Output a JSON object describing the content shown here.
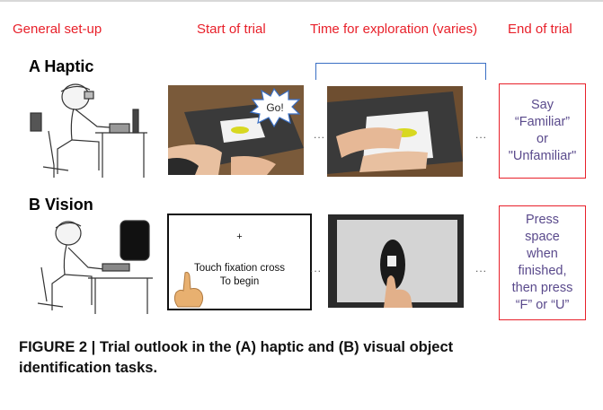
{
  "headers": {
    "general": "General set-up",
    "start": "Start of trial",
    "exploration": "Time for exploration (varies)",
    "end": "End of trial"
  },
  "rows": {
    "haptic_label": "A Haptic",
    "vision_label": "B Vision"
  },
  "haptic_photo_badge": "Go!",
  "ellipsis": "...",
  "vision_screen": {
    "cross": "+",
    "instruction": "Touch fixation cross\nTo begin"
  },
  "end_boxes": {
    "haptic": "Say\n“Familiar”\nor\n\"Unfamiliar\"",
    "vision": "Press\nspace\nwhen\nfinished,\nthen press\n“F” or “U”"
  },
  "caption": "FIGURE 2 | Trial outlook in the (A) haptic and (B) visual object\nidentification tasks.",
  "colors": {
    "header_red": "#e8202a",
    "box_text_purple": "#5a4a8c",
    "bracket_blue": "#3a6fc4"
  }
}
